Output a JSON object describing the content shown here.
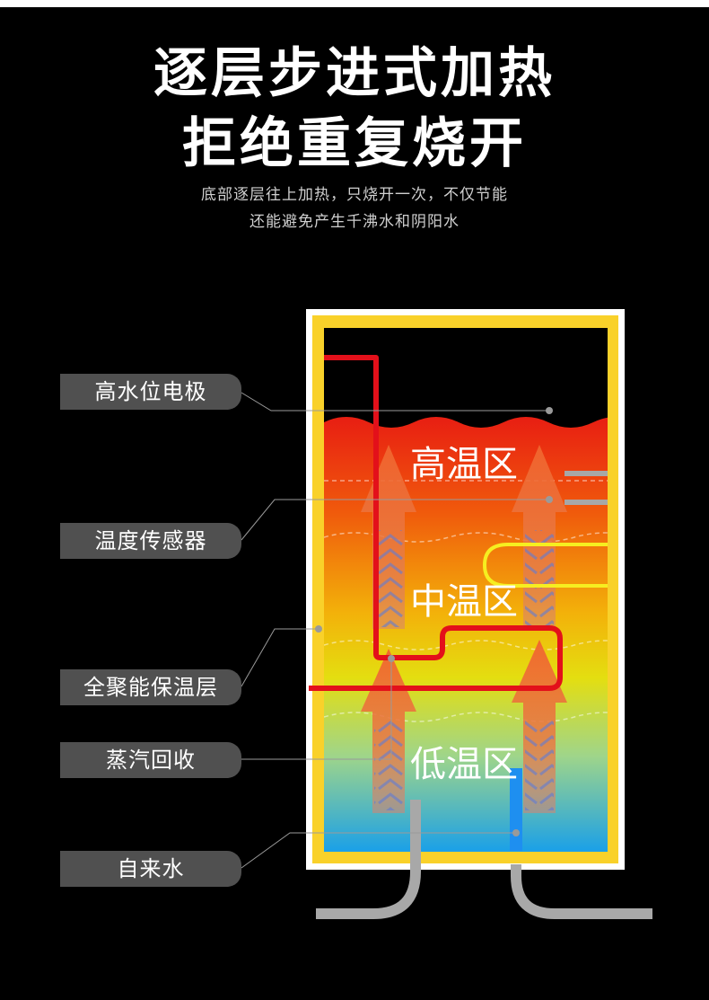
{
  "header": {
    "title_line1": "逐层步进式加热",
    "title_line2": "拒绝重复烧开",
    "subtitle_line1": "底部逐层往上加热，只烧开一次，不仅节能",
    "subtitle_line2": "还能避免产生千沸水和阴阳水"
  },
  "labels": {
    "high_water_electrode": "高水位电极",
    "temperature_sensor": "温度传感器",
    "insulation_layer": "全聚能保温层",
    "steam_recovery": "蒸汽回收",
    "tap_water": "自来水"
  },
  "zones": {
    "high": "高温区",
    "mid": "中温区",
    "low": "低温区"
  },
  "colors": {
    "frame_yellow": "#f9d12a",
    "heater_red": "#e3101a",
    "pipe_grey": "#a8a8a8",
    "inlet_blue": "#1e8ff0",
    "coil_yellow": "#f6ee20",
    "label_bg": "#505050"
  }
}
